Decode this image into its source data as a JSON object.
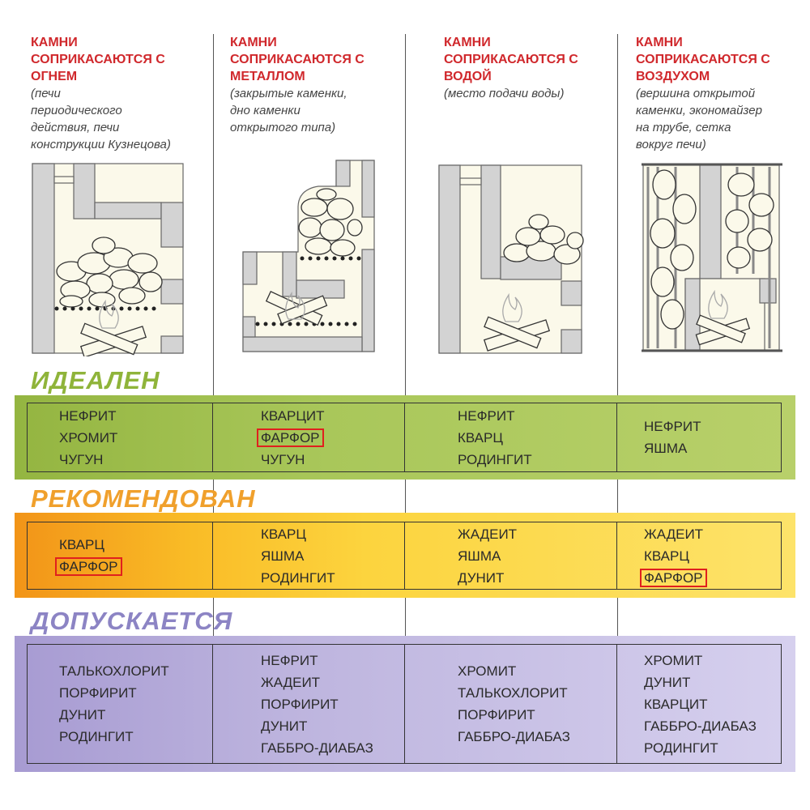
{
  "columns": [
    {
      "title": "КАМНИ\nСОПРИКАСАЮТСЯ С\nОГНЕМ",
      "subtitle": "(печи\nпериодического\nдействия, печи\nконструкции Кузнецова)"
    },
    {
      "title": "КАМНИ\nСОПРИКАСАЮТСЯ С\nМЕТАЛЛОМ",
      "subtitle": "(закрытые каменки,\nдно каменки\nоткрытого типа)"
    },
    {
      "title": "КАМНИ\nСОПРИКАСАЮТСЯ С\nВОДОЙ",
      "subtitle": "(место подачи воды)"
    },
    {
      "title": "КАМНИ\nСОПРИКАСАЮТСЯ С\nВОЗДУХОМ",
      "subtitle": "(вершина открытой\nкаменки, экономайзер\nна трубе, сетка\nвокруг печи)"
    }
  ],
  "levels": [
    {
      "label": "ИДЕАЛЕН",
      "color": "#8fb43a",
      "cells": [
        [
          {
            "text": "НЕФРИТ"
          },
          {
            "text": "ХРОМИТ"
          },
          {
            "text": "ЧУГУН"
          }
        ],
        [
          {
            "text": "КВАРЦИТ"
          },
          {
            "text": "ФАРФОР",
            "highlight": true
          },
          {
            "text": "ЧУГУН"
          }
        ],
        [
          {
            "text": "НЕФРИТ"
          },
          {
            "text": "КВАРЦ"
          },
          {
            "text": "РОДИНГИТ"
          }
        ],
        [
          {
            "text": "НЕФРИТ"
          },
          {
            "text": "ЯШМА"
          }
        ]
      ]
    },
    {
      "label": "РЕКОМЕНДОВАН",
      "color": "#f0a02c",
      "cells": [
        [
          {
            "text": "КВАРЦ"
          },
          {
            "text": "ФАРФОР",
            "highlight": true
          }
        ],
        [
          {
            "text": "КВАРЦ"
          },
          {
            "text": "ЯШМА"
          },
          {
            "text": "РОДИНГИТ"
          }
        ],
        [
          {
            "text": "ЖАДЕИТ"
          },
          {
            "text": "ЯШМА"
          },
          {
            "text": "ДУНИТ"
          }
        ],
        [
          {
            "text": "ЖАДЕИТ"
          },
          {
            "text": "КВАРЦ"
          },
          {
            "text": "ФАРФОР",
            "highlight": true
          }
        ]
      ]
    },
    {
      "label": "ДОПУСКАЕТСЯ",
      "color": "#8c84c4",
      "cells": [
        [
          {
            "text": "ТАЛЬКОХЛОРИТ"
          },
          {
            "text": "ПОРФИРИТ"
          },
          {
            "text": "ДУНИТ"
          },
          {
            "text": "РОДИНГИТ"
          }
        ],
        [
          {
            "text": "НЕФРИТ"
          },
          {
            "text": "ЖАДЕИТ"
          },
          {
            "text": "ПОРФИРИТ"
          },
          {
            "text": "ДУНИТ"
          },
          {
            "text": "ГАББРО-ДИАБАЗ"
          }
        ],
        [
          {
            "text": "ХРОМИТ"
          },
          {
            "text": "ТАЛЬКОХЛОРИТ"
          },
          {
            "text": "ПОРФИРИТ"
          },
          {
            "text": "ГАББРО-ДИАБАЗ"
          }
        ],
        [
          {
            "text": "ХРОМИТ"
          },
          {
            "text": "ДУНИТ"
          },
          {
            "text": "КВАРЦИТ"
          },
          {
            "text": "ГАББРО-ДИАБАЗ"
          },
          {
            "text": "РОДИНГИТ"
          }
        ]
      ]
    }
  ],
  "colors": {
    "title_red": "#d0282c",
    "wall_grey": "#d3d3d3",
    "interior_cream": "#fbf9ea",
    "highlight_red": "#e0201e"
  }
}
